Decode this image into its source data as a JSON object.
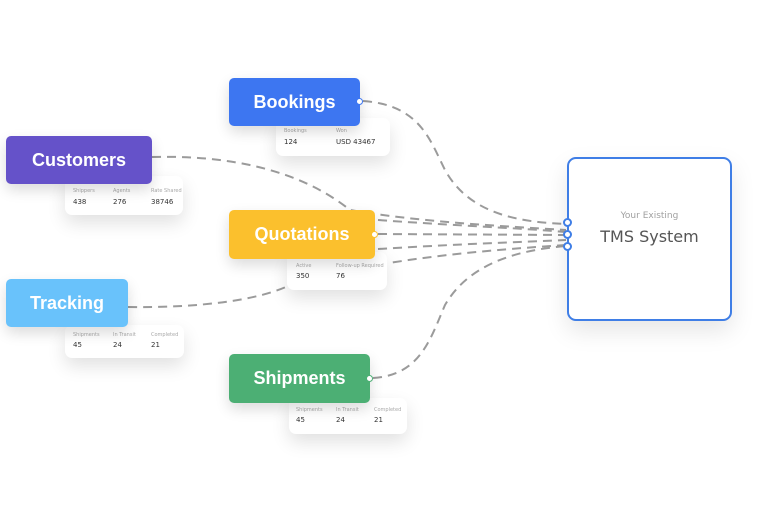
{
  "colors": {
    "bookings": "#3d76f1",
    "customers": "#6552c9",
    "quotations": "#fbc02d",
    "tracking": "#69c2fb",
    "shipments": "#4caf74",
    "tms_border": "#3f7ee6",
    "connector": "#9b9b9b"
  },
  "modules": {
    "bookings": {
      "label": "Bookings",
      "stats": [
        {
          "label": "Bookings",
          "value": "124"
        },
        {
          "label": "Won",
          "value": "USD 43467"
        }
      ]
    },
    "customers": {
      "label": "Customers",
      "stats": [
        {
          "label": "Shippers",
          "value": "438"
        },
        {
          "label": "Agents",
          "value": "276"
        },
        {
          "label": "Rate Shared",
          "value": "38746"
        }
      ]
    },
    "quotations": {
      "label": "Quotations",
      "stats": [
        {
          "label": "Active",
          "value": "350"
        },
        {
          "label": "Follow-up Required",
          "value": "76"
        }
      ]
    },
    "tracking": {
      "label": "Tracking",
      "stats": [
        {
          "label": "Shipments",
          "value": "45"
        },
        {
          "label": "In Transit",
          "value": "24"
        },
        {
          "label": "Completed",
          "value": "21"
        }
      ]
    },
    "shipments": {
      "label": "Shipments",
      "stats": [
        {
          "label": "Shipments",
          "value": "45"
        },
        {
          "label": "In Transit",
          "value": "24"
        },
        {
          "label": "Completed",
          "value": "21"
        }
      ]
    }
  },
  "tms": {
    "subtitle": "Your Existing",
    "title": "TMS System"
  }
}
